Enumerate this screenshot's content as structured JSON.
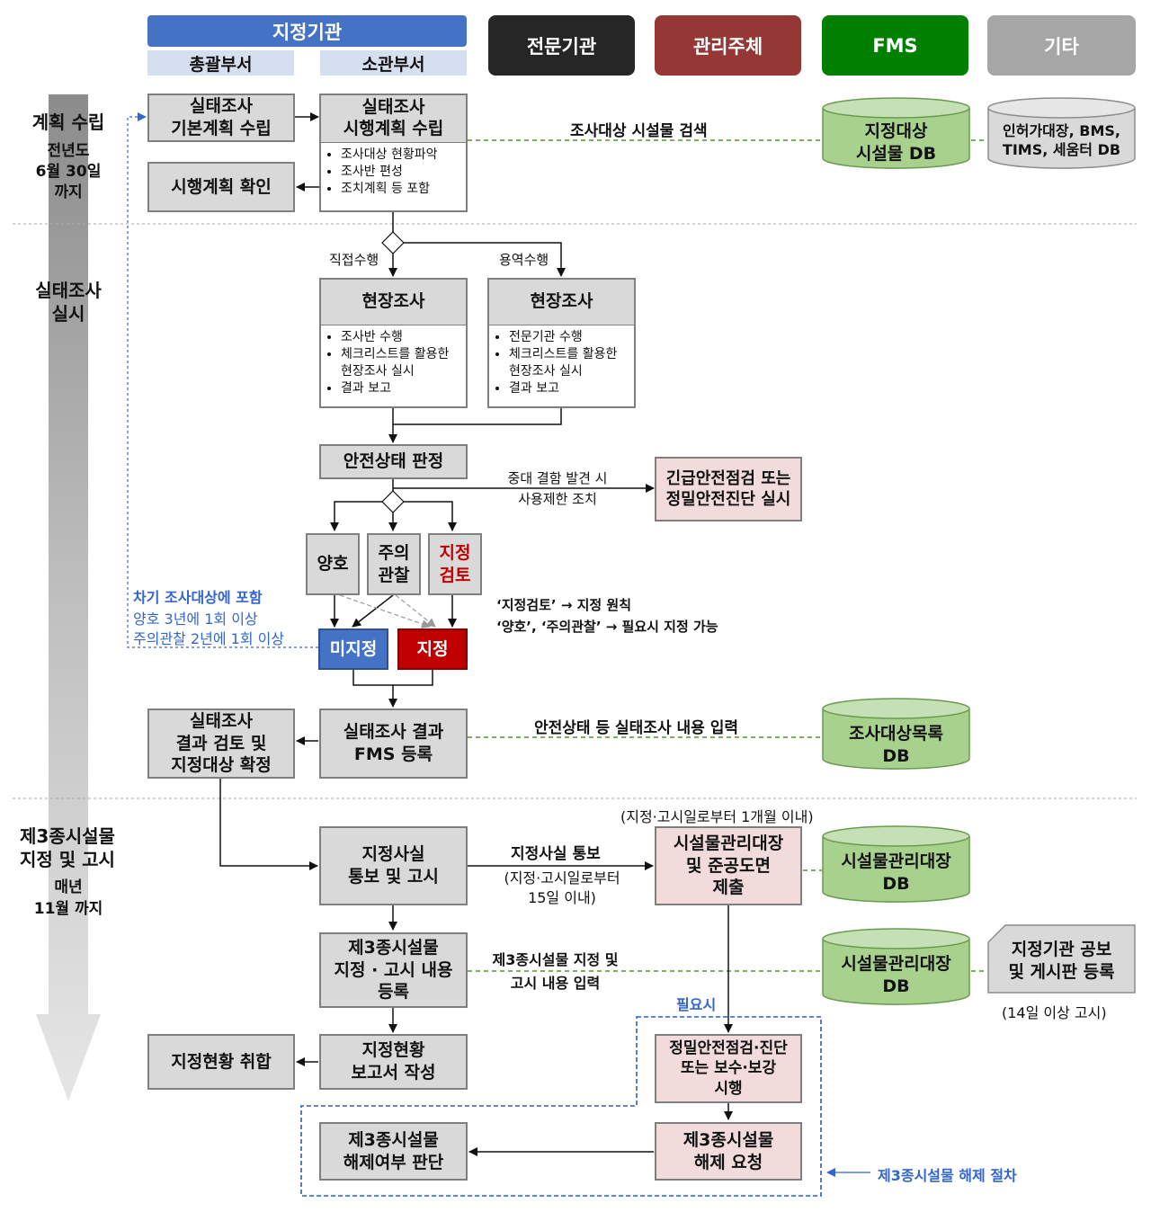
{
  "headers": {
    "designating": "지정기관",
    "general_dept": "총괄부서",
    "responsible_dept": "소관부서",
    "expert": "전문기관",
    "manager": "관리주체",
    "fms": "FMS",
    "other": "기타"
  },
  "phases": {
    "plan_title": "계획 수립",
    "plan_deadline": "전년도\n6월 30일\n까지",
    "survey_title": "실태조사\n실시",
    "designation_title": "제3종시설물\n지정 및 고시",
    "designation_deadline": "매년\n11월 까지"
  },
  "nodes": {
    "basic_plan": "실태조사\n기본계획 수립",
    "exec_plan": "실태조사\n시행계획 수립",
    "exec_plan_items": [
      "조사대상 현황파악",
      "조사반 편성",
      "조치계획 등 포함"
    ],
    "plan_confirm": "시행계획 확인",
    "field_direct": "현장조사",
    "field_direct_items": [
      "조사반 수행",
      "체크리스트를 활용한 현장조사 실시",
      "결과 보고"
    ],
    "field_contract": "현장조사",
    "field_contract_items": [
      "전문기관 수행",
      "체크리스트를 활용한 현장조사 실시",
      "결과 보고"
    ],
    "safety_judgement": "안전상태 판정",
    "emergency": "긴급안전점검 또는\n정밀안전진단 실시",
    "good": "양호",
    "caution": "주의\n관찰",
    "review": "지정\n검토",
    "not_designated": "미지정",
    "designated": "지정",
    "fms_register": "실태조사 결과\nFMS 등록",
    "result_review": "실태조사\n결과 검토 및\n지정대상 확정",
    "notify": "지정사실\n통보 및 고시",
    "ledger_submit": "시설물관리대장\n및 준공도면\n제출",
    "register_content": "제3종시설물\n지정 · 고시 내용\n등록",
    "status_report": "지정현황\n보고서 작성",
    "status_collect": "지정현황 취합",
    "inspection": "정밀안전점검·진단\n또는 보수·보강\n시행",
    "release_request": "제3종시설물\n해제 요청",
    "release_decision": "제3종시설물\n해제여부 판단",
    "public_notice": "지정기관 공보\n및 게시판 등록"
  },
  "databases": {
    "designated_db": "지정대상\n시설물 DB",
    "external_db": "인허가대장, BMS,\nTIMS, 세움터 DB",
    "survey_list_db": "조사대상목록\nDB",
    "ledger_db_1": "시설물관리대장\nDB",
    "ledger_db_2": "시설물관리대장\nDB"
  },
  "labels": {
    "facility_search": "조사대상 시설물 검색",
    "direct": "직접수행",
    "contract": "용역수행",
    "defect": "중대 결함 발견 시\n사용제한 조치",
    "next_survey": "차기 조사대상에 포함",
    "good_freq": "양호 3년에 1회 이상",
    "caution_freq": "주의관찰 2년에 1회 이상",
    "rule_review": "‘지정검토’ → 지정 원칙",
    "rule_optional": "‘양호’, ‘주의관찰’ → 필요시 지정 가능",
    "survey_input": "안전상태 등 실태조사 내용 입력",
    "within_month": "(지정·고시일로부터 1개월 이내)",
    "notify_label": "지정사실 통보",
    "within_15": "(지정·고시일로부터\n15일 이내)",
    "designation_input": "제3종시설물 지정 및\n고시 내용 입력",
    "if_needed": "필요시",
    "notice_14": "(14일 이상 고시)",
    "release_proc": "제3종시설물 해제 절차"
  },
  "colors": {
    "designating": "#4472c4",
    "expert": "#262626",
    "manager": "#953735",
    "fms": "#008000",
    "other": "#a6a6a6",
    "db_fill": "#a9d18e",
    "node_gray": "#d9d9d9",
    "node_pink": "#f2dcdb",
    "not_designated": "#4472c4",
    "designated": "#c00000",
    "accent_blue": "#3366cc"
  }
}
